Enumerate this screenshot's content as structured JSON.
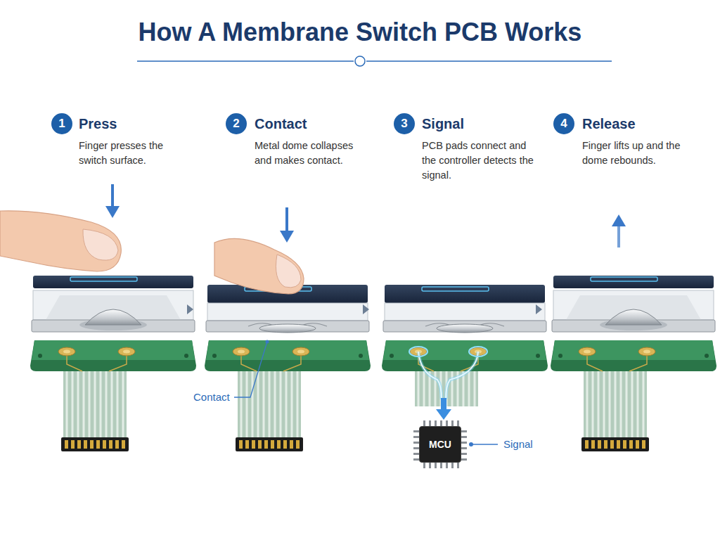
{
  "diagram": {
    "title": "How A Membrane Switch PCB Works",
    "nodes": [
      {
        "text": [
          "1"
        ]
      },
      {
        "text": [
          "2"
        ]
      },
      {
        "text": [
          "3"
        ]
      },
      {
        "text": [
          "4"
        ]
      },
      {
        "text": [
          "MCU"
        ]
      }
    ],
    "labels": [
      "Press",
      "Finger presses the switch surface.",
      "Contact",
      "Metal dome collapses and makes contact.",
      "Signal",
      "PCB pads connect and the controller detects the signal.",
      "Release",
      "Finger lifts up and the dome rebounds.",
      "Contact",
      "Signal"
    ]
  }
}
